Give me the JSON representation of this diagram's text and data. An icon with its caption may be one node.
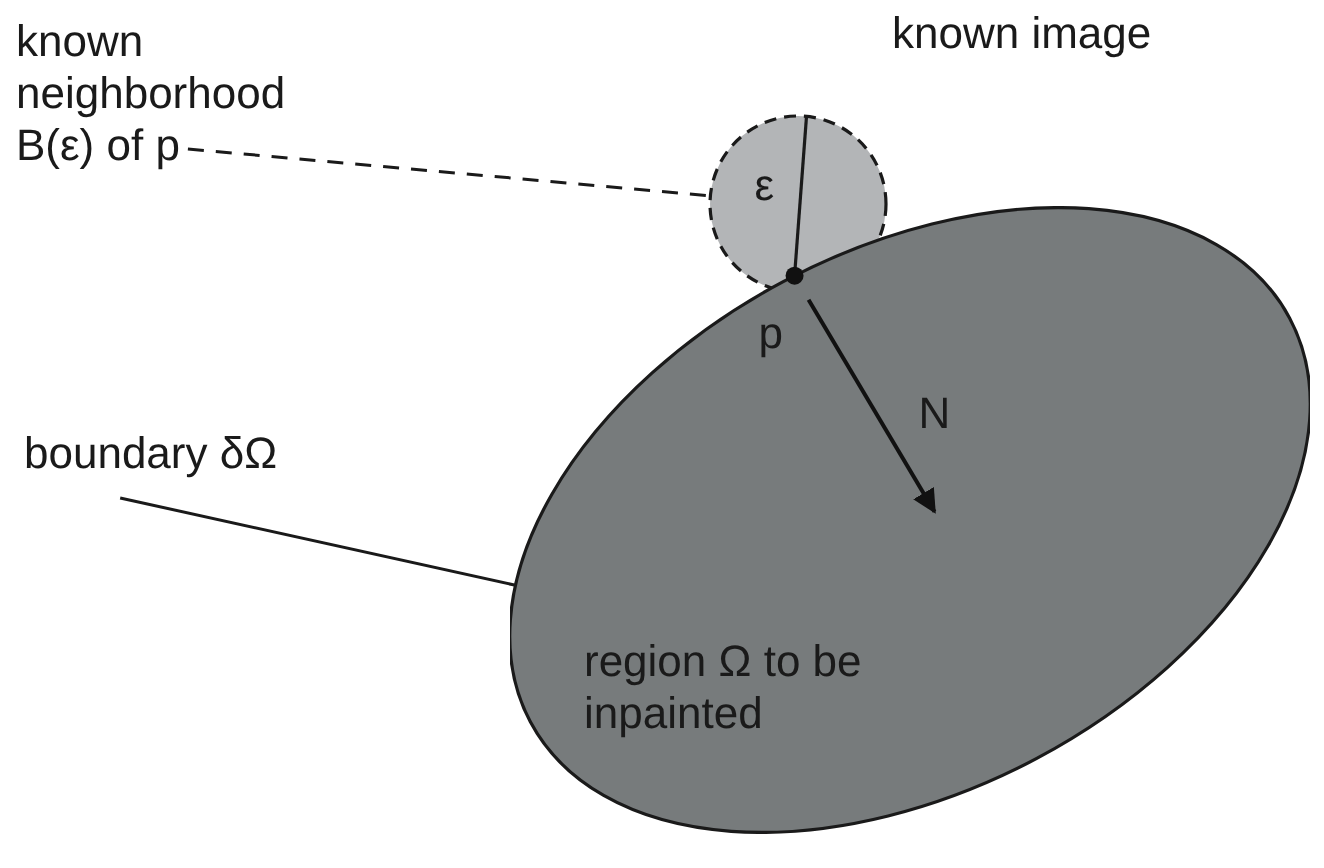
{
  "diagram": {
    "nodes": [
      {
        "text": [
          "known neighborhood B(ε) of p"
        ]
      },
      {
        "text": [],
        "shape": "circle"
      },
      {
        "text": [
          "boundary δΩ"
        ]
      },
      {
        "text": [
          "region Ω to be inpainted"
        ]
      }
    ],
    "edges": [
      {
        "from": 0,
        "to": 1,
        "arrow": "none",
        "style": "dashed"
      },
      {
        "from": 2,
        "to": 3,
        "arrow": "none"
      }
    ],
    "labels": [
      "known image",
      "ε",
      "p",
      "N"
    ]
  }
}
